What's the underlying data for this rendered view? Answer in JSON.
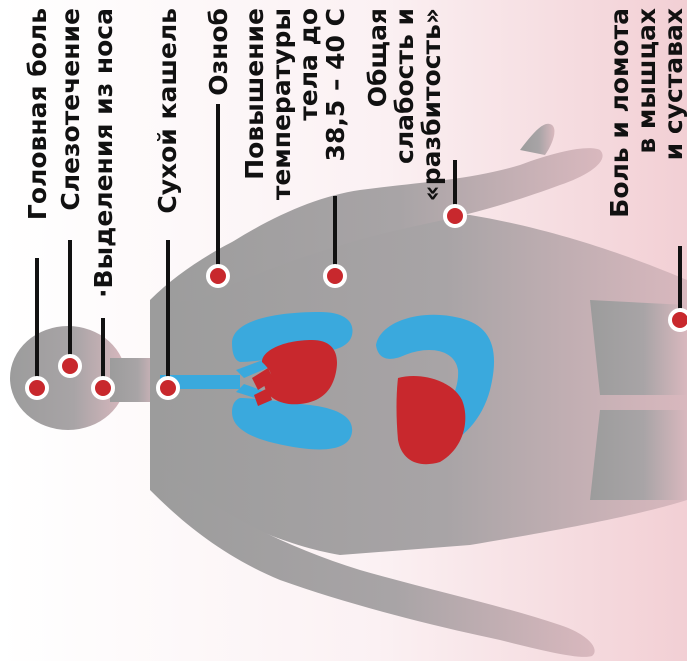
{
  "symptoms": {
    "headache": "Головная боль",
    "tearing": "Слезотечение",
    "nasal_discharge": "·Выделения из носа",
    "dry_cough": "Сухой кашель",
    "chills": "Озноб",
    "fever_line1": "Повышение",
    "fever_line2": "температуры",
    "fever_line3": "тела до",
    "fever_line4": "38,5 – 40 С",
    "weakness_line1": "Общая",
    "weakness_line2": "слабость и",
    "weakness_line3": "«разбитость»",
    "aches_line1": "Боль и ломота",
    "aches_line2": "в мышцах",
    "aches_line3": "и суставах"
  },
  "colors": {
    "body": "#9c9c9c",
    "lungs": "#3aa9dd",
    "organs": "#c8282d",
    "marker": "#c8282d",
    "leader": "#111111",
    "background_right": "#f2cfd4"
  }
}
